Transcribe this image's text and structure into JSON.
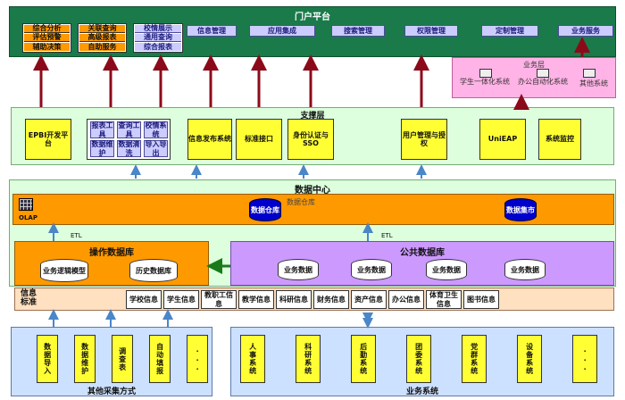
{
  "portal": {
    "title": "门户平台",
    "group1": [
      "综合分析",
      "评估预警",
      "辅助决策"
    ],
    "group2": [
      "关联查询",
      "高级报表",
      "自助服务"
    ],
    "group3": [
      "校情展示",
      "通用查询",
      "综合报表"
    ],
    "menu": [
      "信息管理",
      "应用集成",
      "搜索管理",
      "权限管理",
      "定制管理",
      "业务服务"
    ]
  },
  "business_layer": {
    "title": "业务层",
    "items": [
      "学生一体化系统",
      "办公自动化系统",
      "其他系统"
    ]
  },
  "support": {
    "title": "支撑层",
    "epbi": "EPBI开发平台",
    "tools": [
      "报表工具",
      "查询工具",
      "校情系统",
      "数据维护",
      "数据清洗",
      "导入导出"
    ],
    "items": [
      "信息发布系统",
      "标准接口",
      "身份认证与SSO",
      "用户管理与授权",
      "UniEAP",
      "系统监控"
    ]
  },
  "data_center": {
    "title": "数据中心",
    "warehouse_label": "数据仓库",
    "olap": "OLAP",
    "cyl1": "数据仓库",
    "cyl2": "数据集市",
    "etl": "ETL"
  },
  "ops_db": {
    "title": "操作数据库",
    "cyl1": "业务逻辑模型",
    "cyl2": "历史数据库"
  },
  "public_db": {
    "title": "公共数据库",
    "cyls": [
      "业务数据",
      "业务数据",
      "业务数据",
      "业务数据"
    ]
  },
  "standards": {
    "label": "信息标准",
    "items": [
      "学校信息",
      "学生信息",
      "教职工信息",
      "教学信息",
      "科研信息",
      "财务信息",
      "资产信息",
      "办公信息",
      "体育卫生信息",
      "图书信息"
    ]
  },
  "other_collection": {
    "title": "其他采集方式",
    "items": [
      "数据导入",
      "数据维护",
      "调查表",
      "自动填报",
      "..."
    ]
  },
  "business_systems": {
    "title": "业务系统",
    "items": [
      "人事系统",
      "科研系统",
      "后勤系统",
      "团委系统",
      "党群系统",
      "设备系统",
      "..."
    ]
  }
}
